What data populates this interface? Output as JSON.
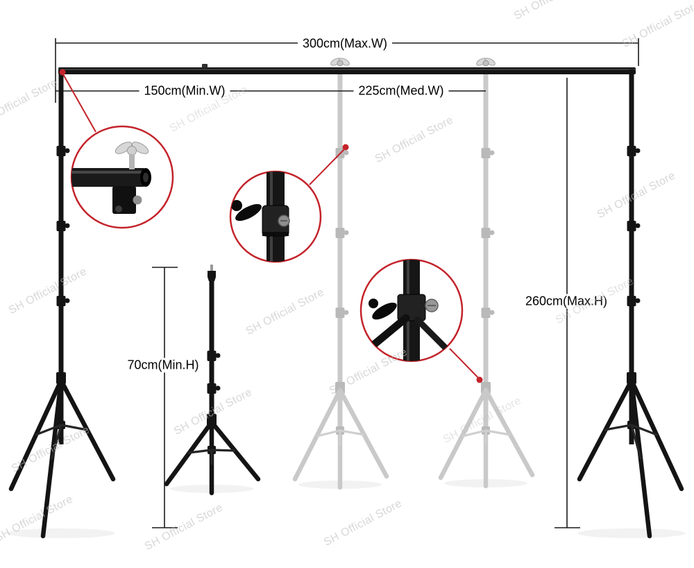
{
  "watermark": "SH Official Store",
  "dimensions": {
    "max_width": "300cm(Max.W)",
    "min_width": "150cm(Min.W)",
    "med_width": "225cm(Med.W)",
    "max_height": "260cm(Max.H)",
    "min_height": "70cm(Min.H)"
  },
  "colors": {
    "accent_red": "#c3232a",
    "stand_black": "#141414",
    "stand_gray": "#c9c9c9",
    "dim_line": "#1a1a1a",
    "watermark_gray": "#bdbdbd",
    "background": "#ffffff"
  }
}
